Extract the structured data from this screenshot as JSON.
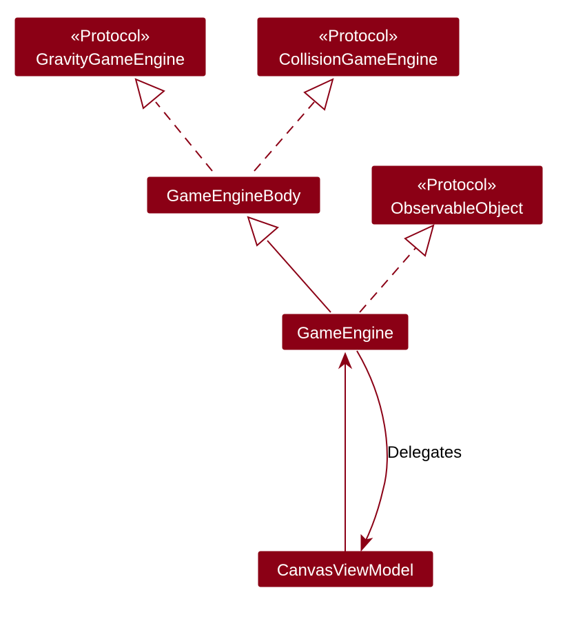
{
  "colors": {
    "node_fill": "#8b0015",
    "node_text": "#ffffff",
    "edge": "#8b0015",
    "label_text": "#000000"
  },
  "nodes": {
    "gravity_game_engine": {
      "stereotype": "«Protocol»",
      "name": "GravityGameEngine"
    },
    "collision_game_engine": {
      "stereotype": "«Protocol»",
      "name": "CollisionGameEngine"
    },
    "game_engine_body": {
      "name": "GameEngineBody"
    },
    "observable_object": {
      "stereotype": "«Protocol»",
      "name": "ObservableObject"
    },
    "game_engine": {
      "name": "GameEngine"
    },
    "canvas_view_model": {
      "name": "CanvasViewModel"
    }
  },
  "edges": {
    "delegates_label": "Delegates"
  }
}
